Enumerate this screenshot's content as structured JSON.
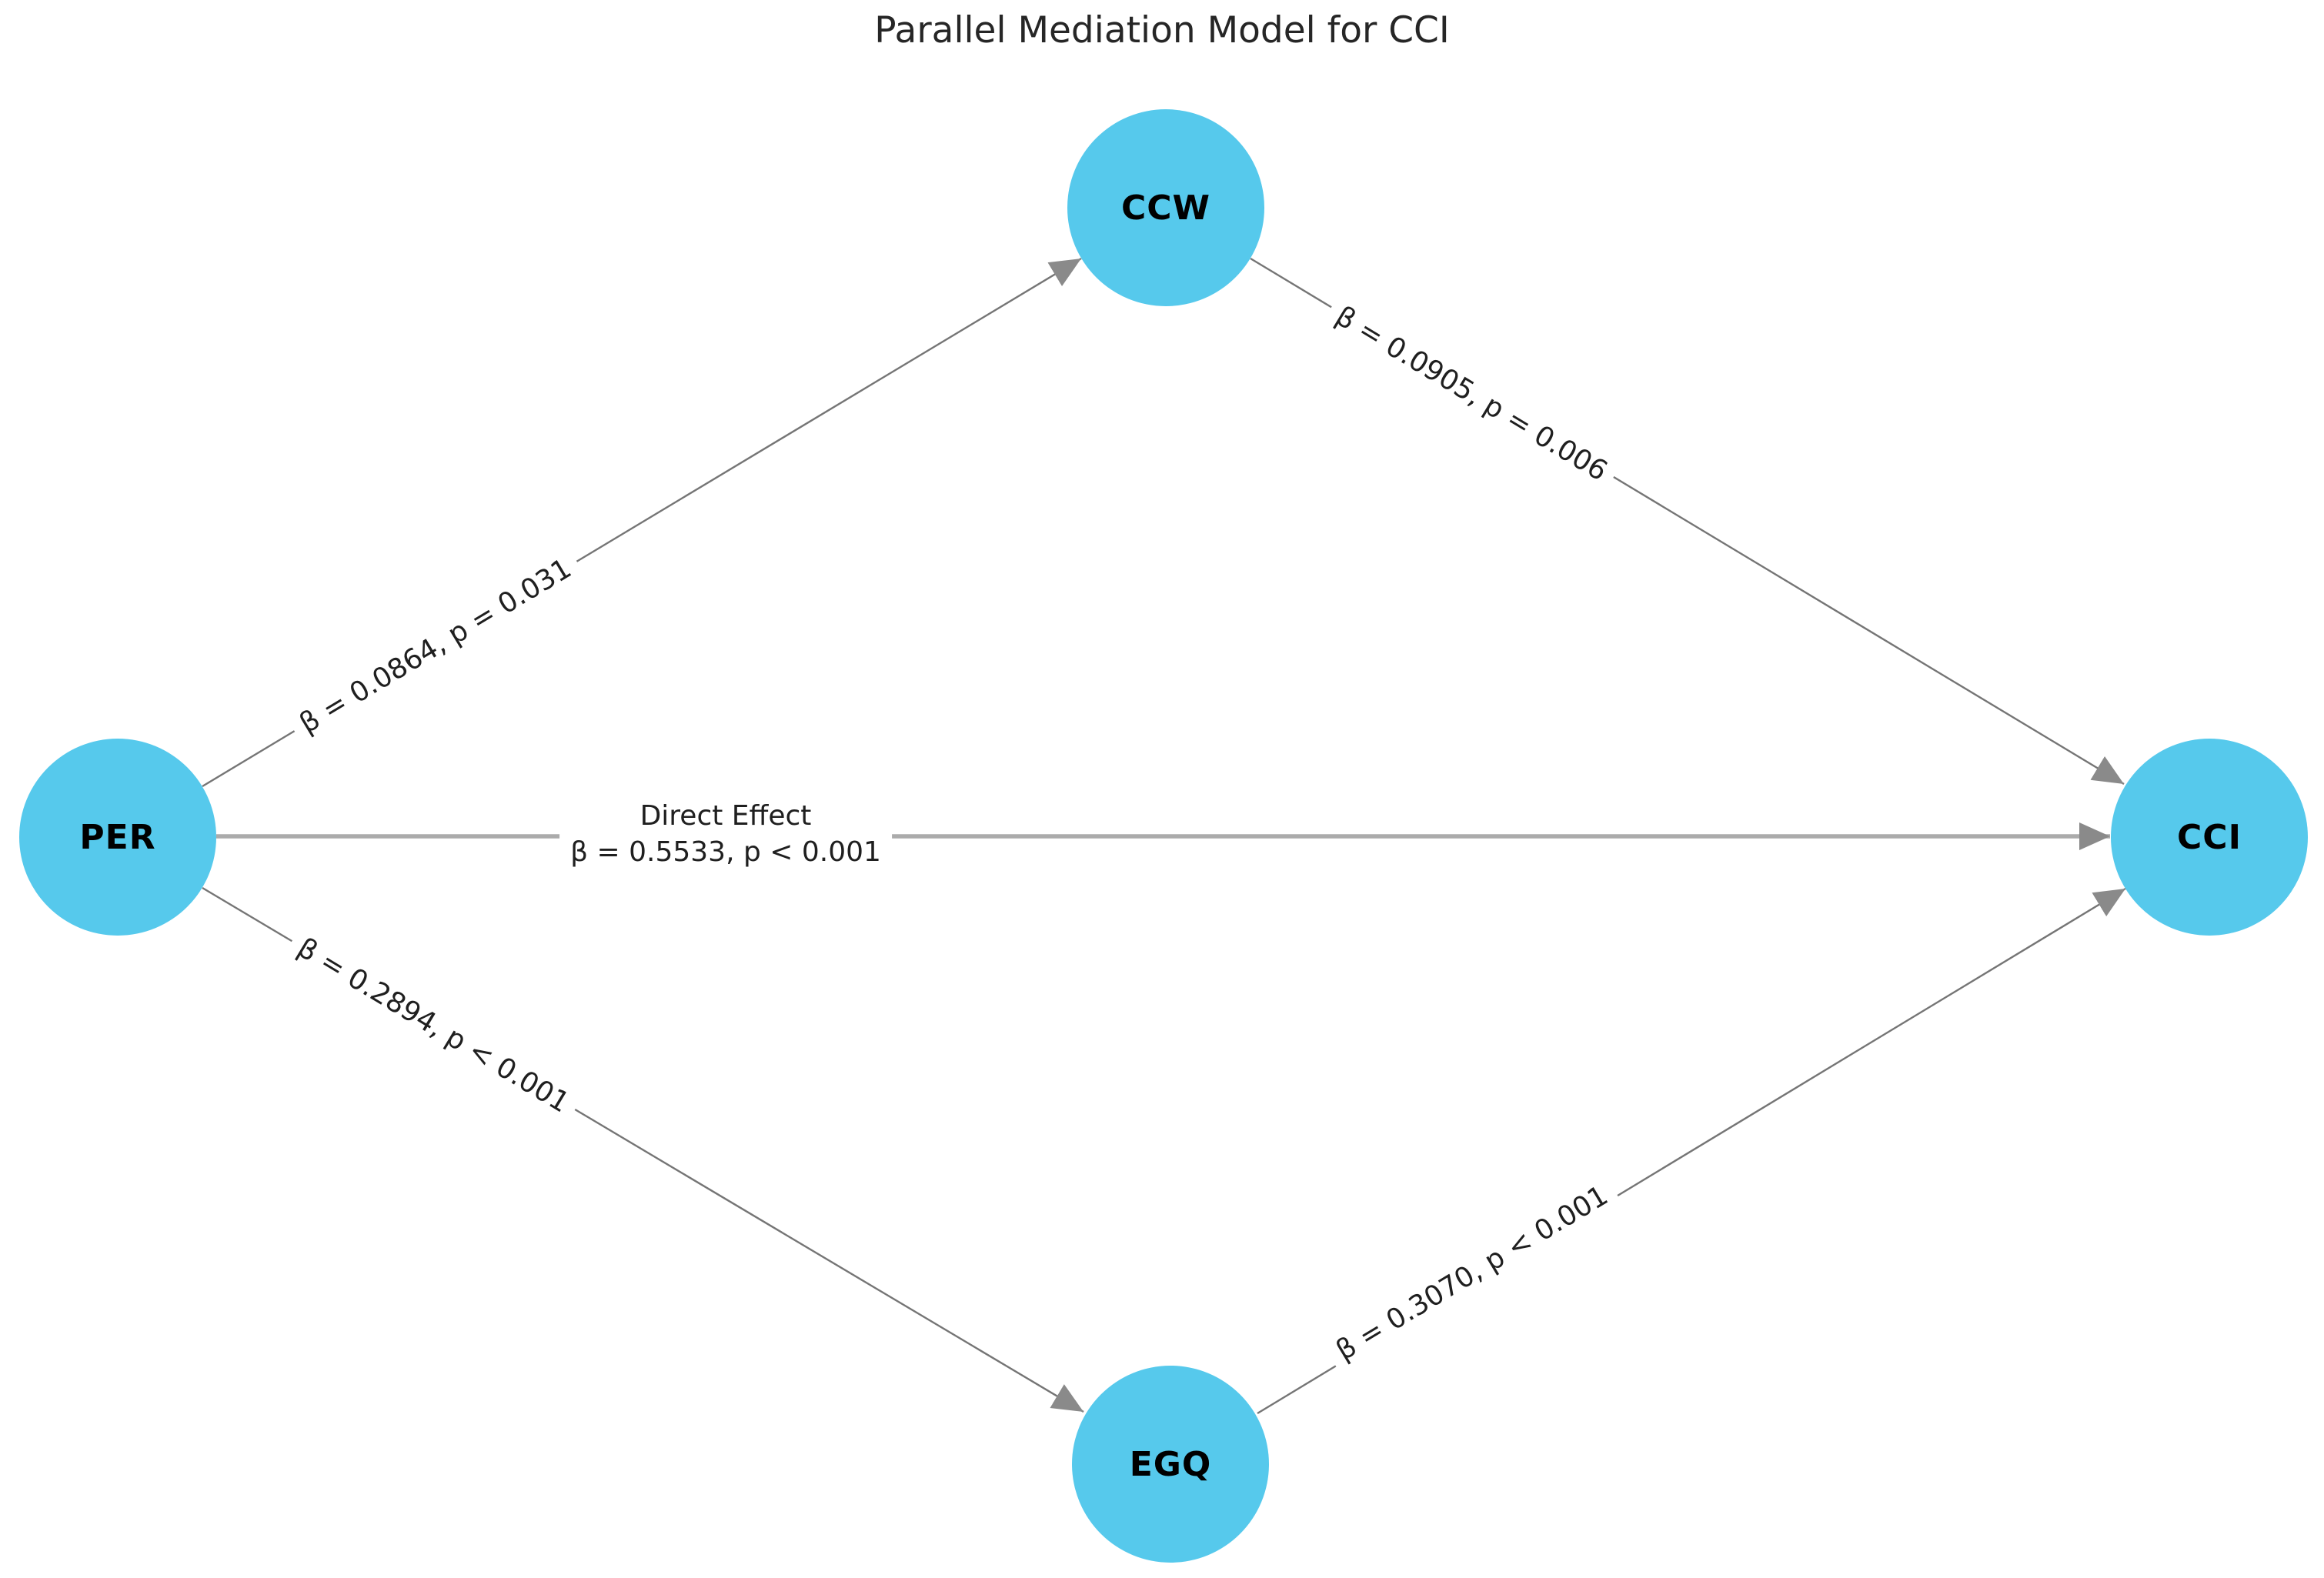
{
  "title": "Parallel Mediation Model for CCI",
  "nodes": {
    "per": {
      "label": "PER"
    },
    "ccw": {
      "label": "CCW"
    },
    "egq": {
      "label": "EGQ"
    },
    "cci": {
      "label": "CCI"
    }
  },
  "edges": {
    "per_ccw": {
      "from": "PER",
      "to": "CCW",
      "label": "β = 0.0864, p = 0.031"
    },
    "ccw_cci": {
      "from": "CCW",
      "to": "CCI",
      "label": "β = 0.0905, p = 0.006"
    },
    "per_egq": {
      "from": "PER",
      "to": "EGQ",
      "label": "β = 0.2894, p < 0.001"
    },
    "egq_cci": {
      "from": "EGQ",
      "to": "CCI",
      "label": "β = 0.3070, p < 0.001"
    },
    "per_cci": {
      "from": "PER",
      "to": "CCI",
      "title": "Direct Effect",
      "label": "β = 0.5533, p < 0.001"
    }
  },
  "colors": {
    "node_fill": "#56C9EC",
    "mediated_edge": "#757575",
    "direct_edge": "#ABABAB",
    "arrowhead": "#8A8A8A",
    "label_text": "#1f1f1f",
    "title_text": "#262626"
  }
}
